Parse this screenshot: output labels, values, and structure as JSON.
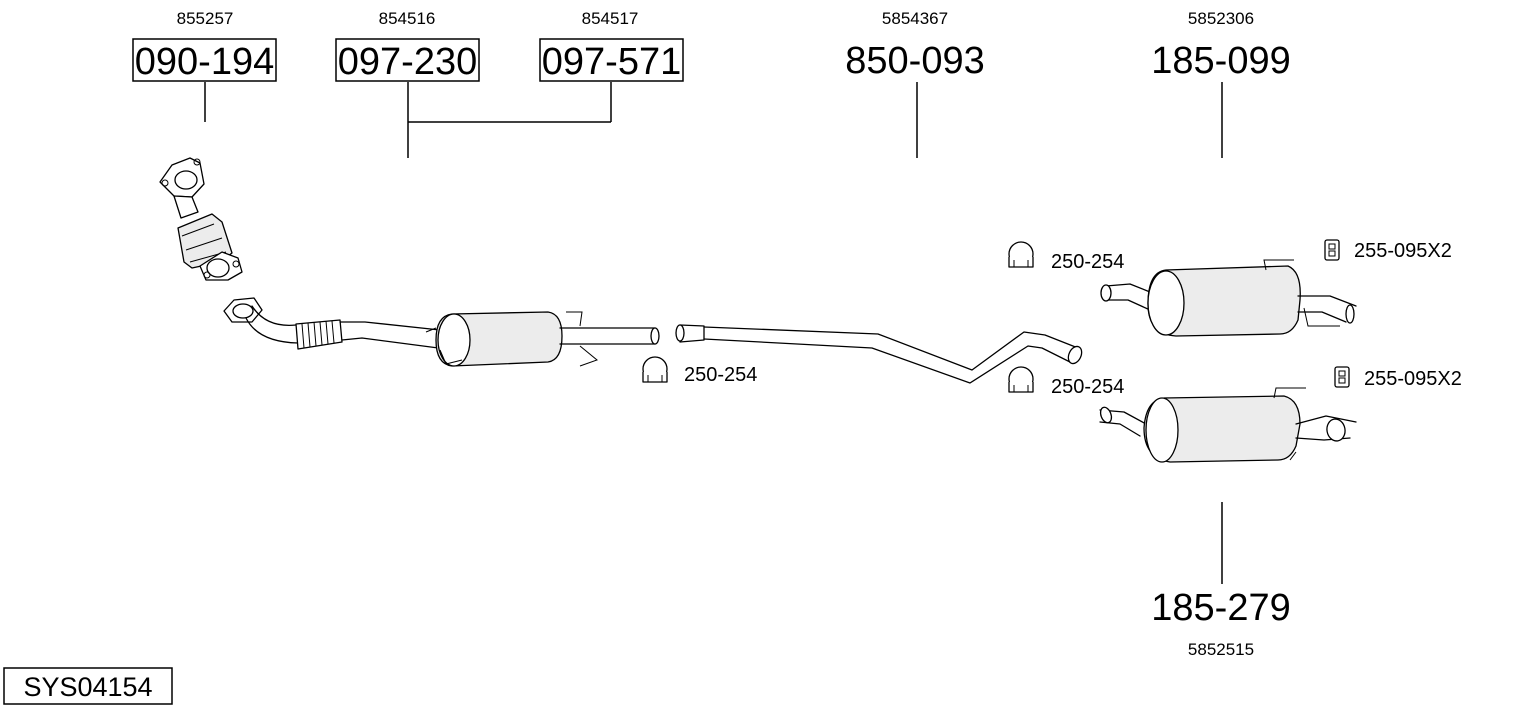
{
  "system_code": "SYS04154",
  "parts": [
    {
      "part_number": "090-194",
      "oem": "855257",
      "boxed": true
    },
    {
      "part_number": "097-230",
      "oem": "854516",
      "boxed": true
    },
    {
      "part_number": "097-571",
      "oem": "854517",
      "boxed": true
    },
    {
      "part_number": "850-093",
      "oem": "5854367",
      "boxed": false
    },
    {
      "part_number": "185-099",
      "oem": "5852306",
      "boxed": false
    },
    {
      "part_number": "185-279",
      "oem": "5852515",
      "boxed": false
    }
  ],
  "accessories": [
    {
      "label": "250-254",
      "icon": "exhaust-clamp-icon"
    },
    {
      "label": "250-254",
      "icon": "exhaust-clamp-icon"
    },
    {
      "label": "250-254",
      "icon": "exhaust-clamp-icon"
    },
    {
      "label": "255-095X2",
      "icon": "rubber-hanger-icon"
    },
    {
      "label": "255-095X2",
      "icon": "rubber-hanger-icon"
    }
  ]
}
